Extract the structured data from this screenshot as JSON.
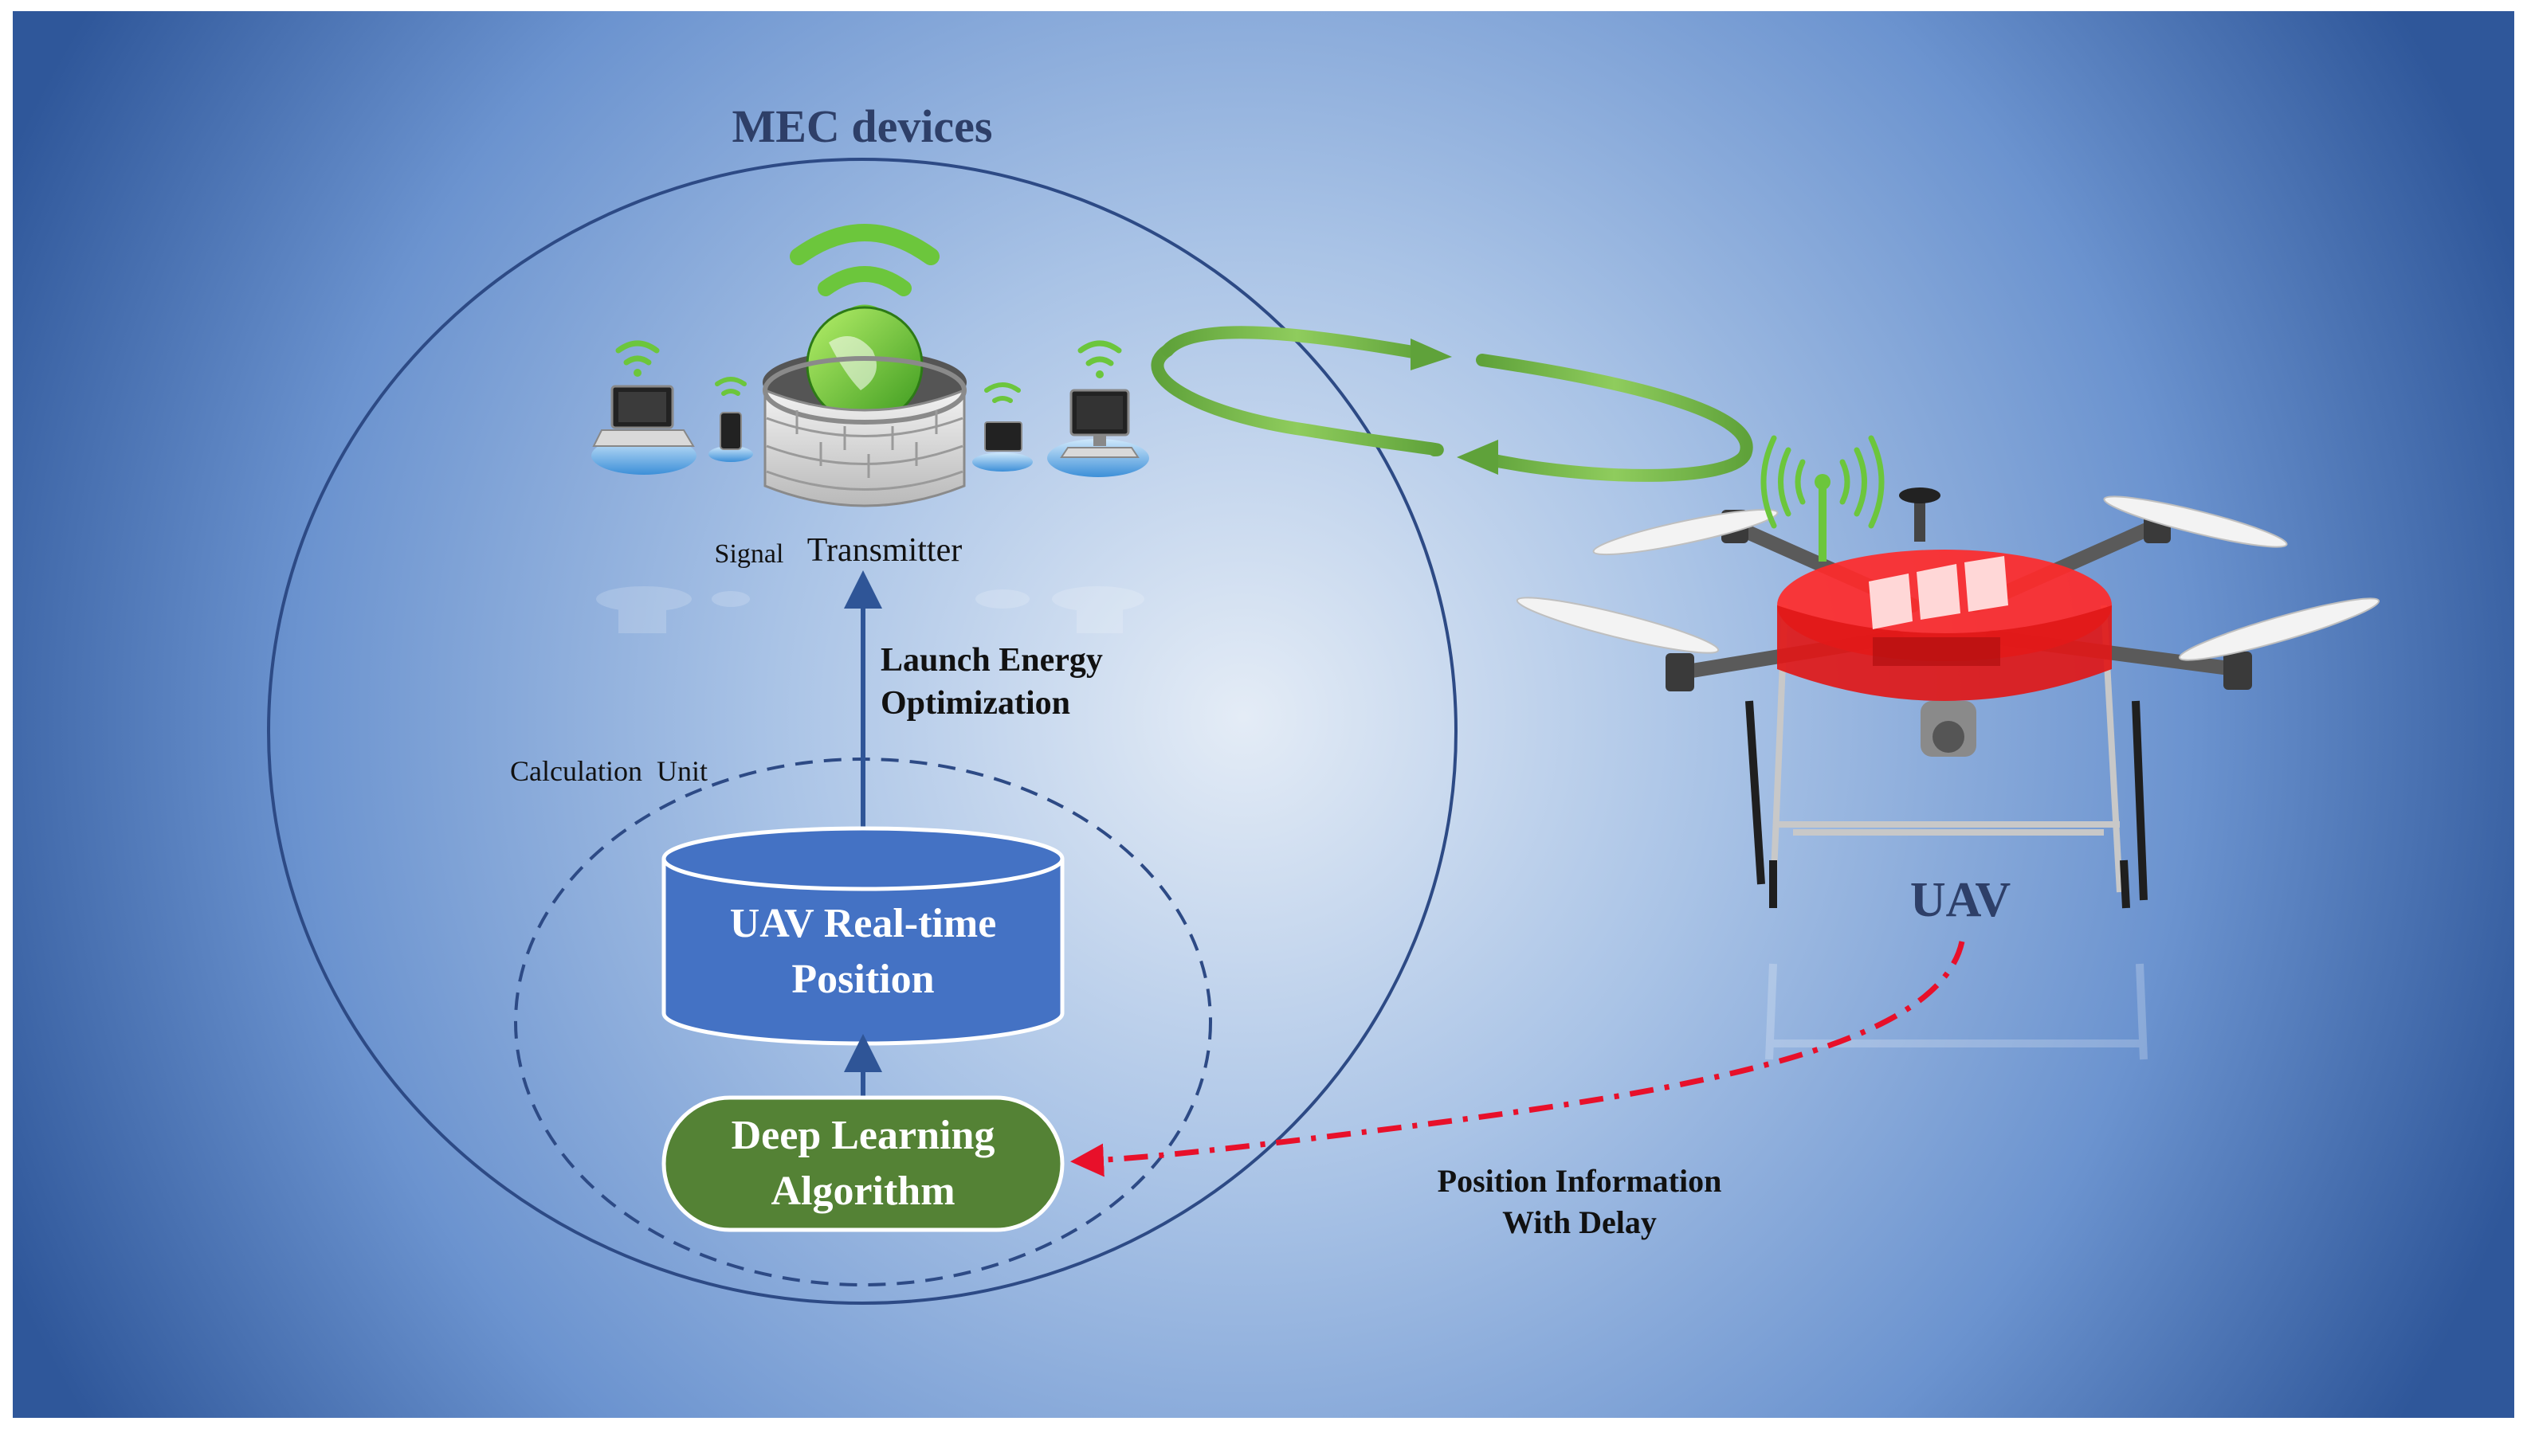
{
  "title": "MEC devices",
  "labels": {
    "signal": "Signal",
    "transmitter": "Transmitter",
    "calculation_unit": "Calculation  Unit",
    "launch_energy_line1": "Launch Energy",
    "launch_energy_line2": "Optimization",
    "uav": "UAV",
    "position_info_line1": "Position Information",
    "position_info_line2": "With Delay"
  },
  "nodes": {
    "database_line1": "UAV Real-time",
    "database_line2": "Position",
    "algorithm_line1": "Deep Learning",
    "algorithm_line2": "Algorithm"
  },
  "colors": {
    "background_center": "#dfe8f4",
    "background_edge": "#2f579a",
    "circle_stroke": "#2d4a85",
    "title_text": "#2e3f68",
    "database_fill": "#4472c4",
    "algorithm_fill": "#548235",
    "arrow_blue": "#2f5597",
    "loop_green": "#70ad47",
    "delay_red": "#e8102a",
    "drone_red": "#ff2a2a",
    "wifi_green": "#6cc63c"
  },
  "icons": [
    "laptop-icon",
    "tablet-icon",
    "globe-firewall-icon",
    "desktop-icon",
    "wifi-icon",
    "drone-icon",
    "antenna-signal-icon"
  ]
}
